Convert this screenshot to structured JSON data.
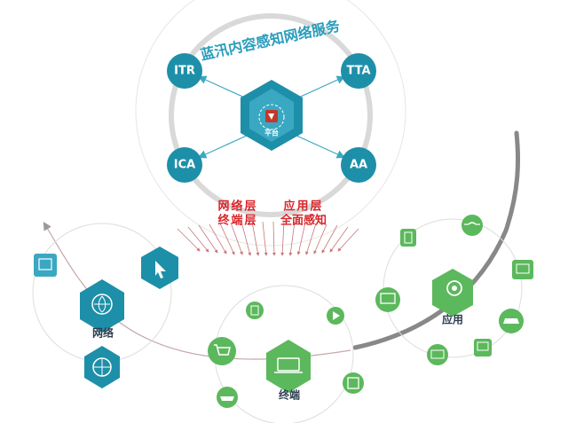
{
  "title": "蓝汛内容感知网络服务",
  "center": {
    "label": "平台"
  },
  "nodes": {
    "itr": "ITR",
    "tta": "TTA",
    "ica": "ICA",
    "aa": "AA"
  },
  "layers": {
    "left_line1": "网络层",
    "left_line2": "终端层",
    "right_line1": "应用层",
    "right_line2": "全面感知"
  },
  "hubs": {
    "network": "网络",
    "terminal": "终端",
    "application": "应用"
  },
  "colors": {
    "teal": "#1e8fa8",
    "teal_light": "#3aa8c2",
    "green": "#5cb85c",
    "green_dark": "#4a9e4a",
    "red": "#d9252a",
    "grey_line": "#d5d5d5",
    "dark_arc": "#808080"
  }
}
